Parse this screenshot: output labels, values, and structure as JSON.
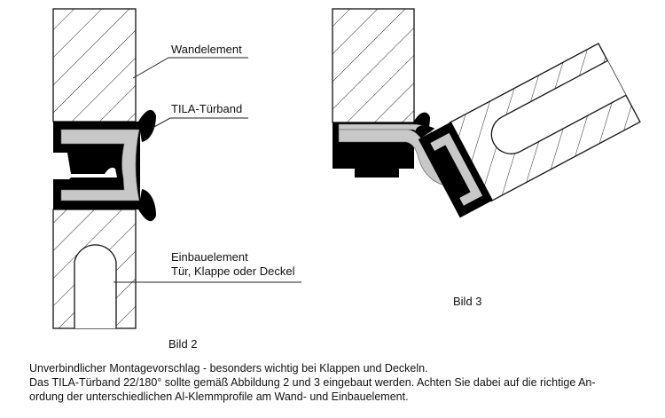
{
  "figure2": {
    "labels": {
      "wall": "Wandelement",
      "hinge": "TILA-Türband",
      "insert": "Einbauelement",
      "insert_sub": "Tür, Klappe oder Deckel"
    },
    "caption": "Bild 2"
  },
  "figure3": {
    "caption": "Bild 3"
  },
  "description": {
    "line1": "Unverbindlicher Montagevorschlag - besonders wichtig bei Klappen und Deckeln.",
    "line2": "Das TILA-Türband 22/180° sollte gemäß Abbildung 2 und 3 eingebaut werden. Achten Sie dabei auf die richtige An-",
    "line3": "ordung der unterschiedlichen Al-Klemmprofile am Wand- und Einbauelement."
  },
  "colors": {
    "profile_gray": "#c8c8c8",
    "seal_black": "#000000"
  }
}
